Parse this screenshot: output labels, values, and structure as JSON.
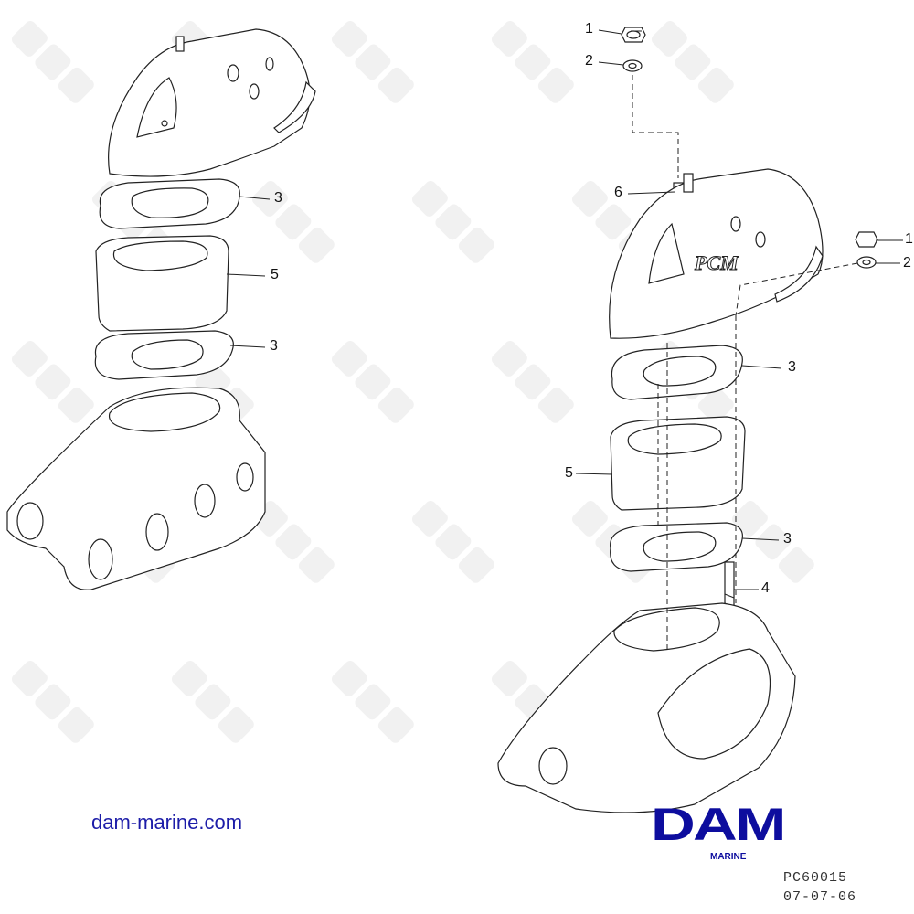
{
  "watermark": "DAM",
  "left_assembly": {
    "callouts": [
      {
        "label": "3",
        "part": "gasket-upper"
      },
      {
        "label": "5",
        "part": "spacer"
      },
      {
        "label": "3",
        "part": "gasket-lower"
      }
    ]
  },
  "right_assembly": {
    "callouts": [
      {
        "label": "1",
        "part": "nut-top"
      },
      {
        "label": "2",
        "part": "washer-top"
      },
      {
        "label": "6",
        "part": "stud-top"
      },
      {
        "label": "1",
        "part": "nut-side"
      },
      {
        "label": "2",
        "part": "washer-side"
      },
      {
        "label": "3",
        "part": "gasket-upper"
      },
      {
        "label": "5",
        "part": "spacer"
      },
      {
        "label": "3",
        "part": "gasket-lower"
      },
      {
        "label": "4",
        "part": "stud-bottom"
      }
    ],
    "elbow_marking": "PCM"
  },
  "footer": {
    "website": "dam-marine.com",
    "logo": {
      "main": "DAM",
      "sub": "MARINE",
      "color": "#0d0d9e"
    },
    "drawing_code": "PC60015",
    "date": "07-07-06"
  }
}
